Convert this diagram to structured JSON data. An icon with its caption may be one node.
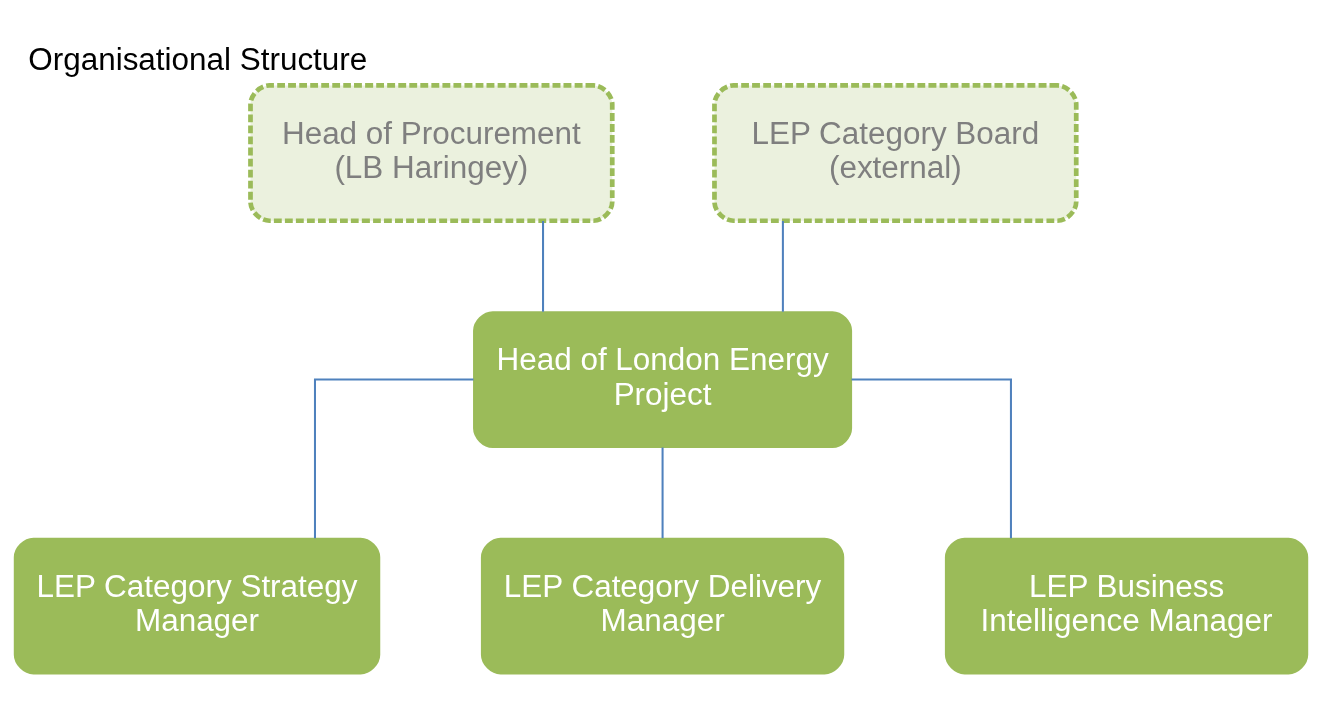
{
  "diagram": {
    "title": "Organisational Structure",
    "nodes": [
      {
        "text": [
          "Head of Procurement (LB Haringey)"
        ]
      },
      {
        "text": [
          "LEP Category Board (external)"
        ]
      },
      {
        "text": [
          "Head of London Energy Project"
        ]
      },
      {
        "text": [
          "LEP Category Strategy Manager"
        ]
      },
      {
        "text": [
          "LEP Category Delivery Manager"
        ]
      },
      {
        "text": [
          "LEP Business Intelligence Manager"
        ]
      }
    ],
    "edges": [
      {
        "from": 0,
        "to": 2,
        "arrow": "none"
      },
      {
        "from": 1,
        "to": 2,
        "arrow": "none"
      },
      {
        "from": 2,
        "to": 3,
        "arrow": "none"
      },
      {
        "from": 2,
        "to": 4,
        "arrow": "none"
      },
      {
        "from": 2,
        "to": 5,
        "arrow": "none"
      }
    ]
  }
}
